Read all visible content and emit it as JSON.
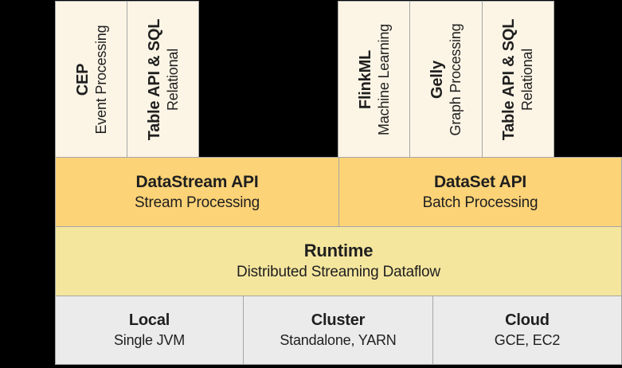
{
  "stack": {
    "libraries": {
      "streaming": [
        {
          "title": "CEP",
          "subtitle": "Event Processing"
        },
        {
          "title": "Table API & SQL",
          "subtitle": "Relational"
        }
      ],
      "batch": [
        {
          "title": "FlinkML",
          "subtitle": "Machine Learning"
        },
        {
          "title": "Gelly",
          "subtitle": "Graph Processing"
        },
        {
          "title": "Table API & SQL",
          "subtitle": "Relational"
        }
      ]
    },
    "apis": [
      {
        "title": "DataStream API",
        "subtitle": "Stream Processing"
      },
      {
        "title": "DataSet API",
        "subtitle": "Batch Processing"
      }
    ],
    "runtime": {
      "title": "Runtime",
      "subtitle": "Distributed Streaming Dataflow"
    },
    "deployment": [
      {
        "title": "Local",
        "subtitle": "Single JVM"
      },
      {
        "title": "Cluster",
        "subtitle": "Standalone, YARN"
      },
      {
        "title": "Cloud",
        "subtitle": "GCE, EC2"
      }
    ]
  },
  "colors": {
    "background": "#000000",
    "library_box": "#fcf5e6",
    "api_box": "#fdd377",
    "runtime_box": "#f5e69e",
    "deployment_box": "#ebebeb",
    "border": "#a6a6a6",
    "text": "#1f1f1f"
  }
}
